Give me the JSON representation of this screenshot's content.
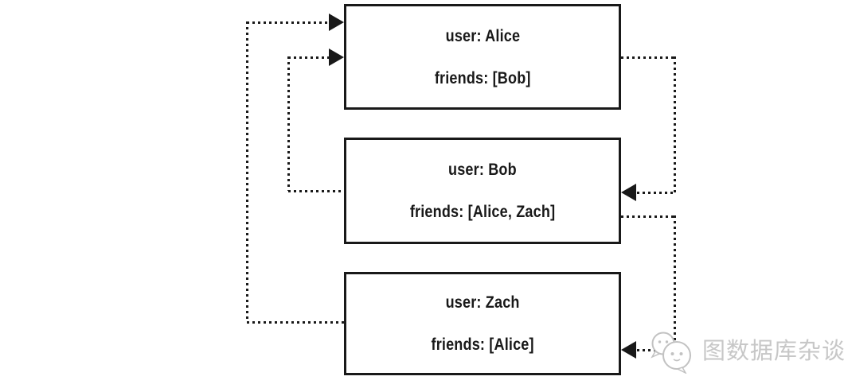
{
  "diagram": {
    "nodes": [
      {
        "id": "alice",
        "line1": "user: Alice",
        "line2": "friends: [Bob]"
      },
      {
        "id": "bob",
        "line1": "user: Bob",
        "line2": "friends: [Alice, Zach]"
      },
      {
        "id": "zach",
        "line1": "user: Zach",
        "line2": "friends: [Alice]"
      }
    ],
    "edges": [
      {
        "from": "Alice",
        "to": "Bob",
        "route": "right-side",
        "style": "dotted-arrow"
      },
      {
        "from": "Bob",
        "to": "Alice",
        "route": "left-inner",
        "style": "dotted-arrow"
      },
      {
        "from": "Bob",
        "to": "Zach",
        "route": "right-side",
        "style": "dotted-arrow"
      },
      {
        "from": "Zach",
        "to": "Alice",
        "route": "left-outer",
        "style": "dotted-arrow"
      }
    ],
    "colors": {
      "line": "#191919",
      "node_border": "#191919",
      "text": "#191919",
      "background": "#ffffff",
      "watermark": "#c7c7c7"
    }
  },
  "watermark": {
    "icon": "wechat-chat-bubbles-icon",
    "text": "图数据库杂谈"
  }
}
